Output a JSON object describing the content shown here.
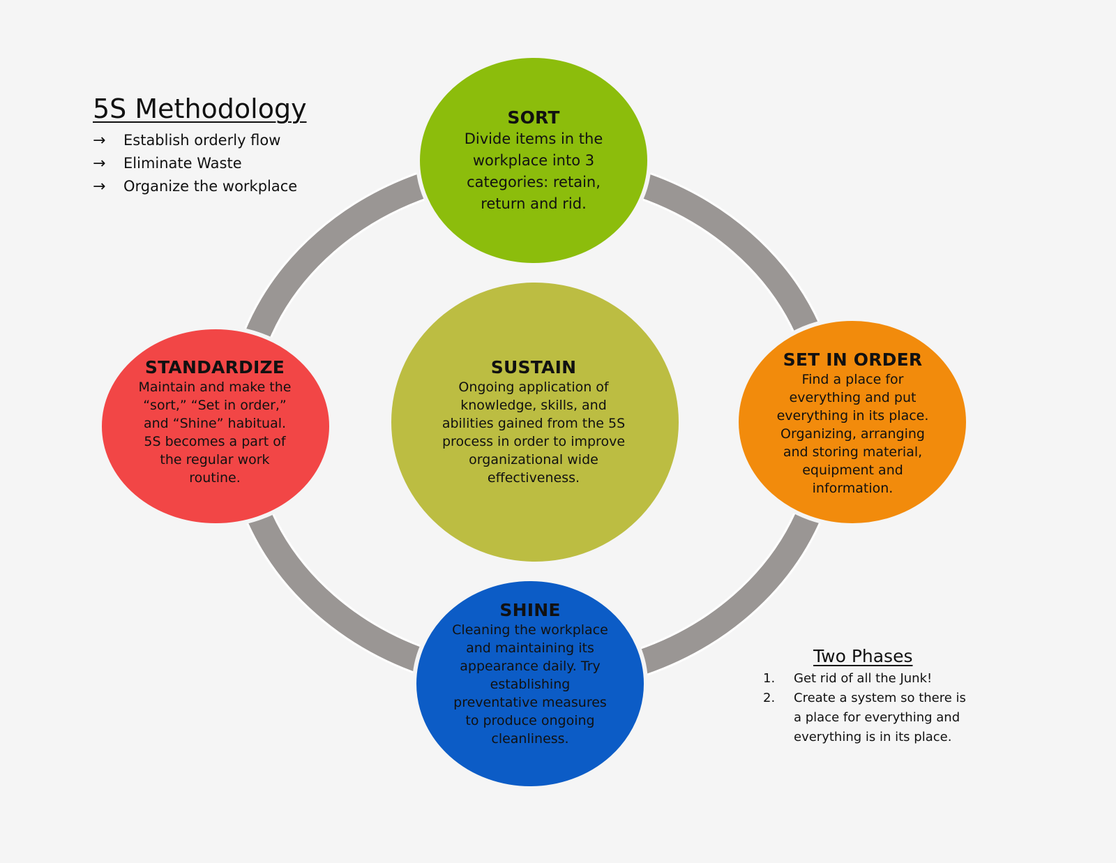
{
  "intro": {
    "title": "5S Methodology",
    "items": [
      {
        "icon": "right-arrow-icon",
        "symbol": "→",
        "label": "Establish orderly flow"
      },
      {
        "icon": "right-arrow-icon",
        "symbol": "→",
        "label": "Eliminate Waste"
      },
      {
        "icon": "right-arrow-icon",
        "symbol": "→",
        "label": "Organize the workplace"
      }
    ]
  },
  "nodes": {
    "sort": {
      "title": "SORT",
      "description": "Divide items in the\nworkplace into 3\ncategories: retain,\nreturn and rid.",
      "color": "#8cbd0c"
    },
    "set_in_order": {
      "title": "SET IN ORDER",
      "description": "Find a place for\neverything and put\neverything in its place.\nOrganizing, arranging\nand storing material,\nequipment and\ninformation.",
      "color": "#f28b0c"
    },
    "shine": {
      "title": "SHINE",
      "description": "Cleaning the workplace\nand maintaining its\nappearance daily.  Try\nestablishing\npreventative measures\nto produce ongoing\ncleanliness.",
      "color": "#0c5cc6"
    },
    "standardize": {
      "title": "STANDARDIZE",
      "description": "Maintain and make the\n“sort,” “Set in order,”\nand “Shine” habitual.\n5S becomes a part of\nthe regular work\nroutine.",
      "color": "#f24646"
    },
    "sustain": {
      "title": "SUSTAIN",
      "description": "Ongoing application of\nknowledge, skills, and\nabilities gained from the 5S\nprocess in order to improve\norganizational wide\neffectiveness.",
      "color": "#bcbd42"
    }
  },
  "cycle_order": [
    "SORT",
    "SET IN ORDER",
    "SHINE",
    "STANDARDIZE"
  ],
  "ring_color": "#9a9694",
  "phases": {
    "title": "Two Phases",
    "items": [
      {
        "number": "1.",
        "text": "Get rid of all the Junk!"
      },
      {
        "number": "2.",
        "text": "Create a system so there is\na place for everything and\neverything is in its place."
      }
    ]
  }
}
